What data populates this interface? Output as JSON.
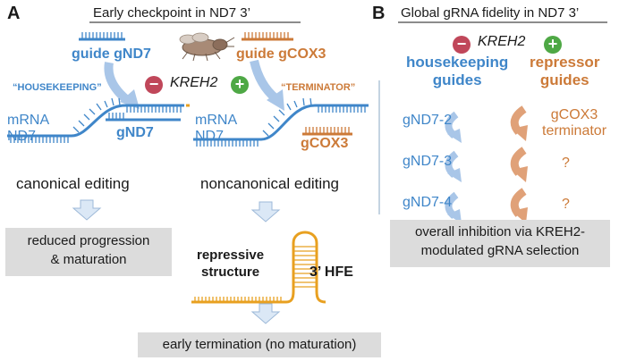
{
  "panel_a": {
    "letter": "A",
    "title": "Early checkpoint in ND7 3’",
    "guide_gnd7": "guide gND7",
    "guide_gcox3": "guide gCOX3",
    "housekeeping_label": "“HOUSEKEEPING”",
    "terminator_label": "“TERMINATOR”",
    "kreh2": "KREH2",
    "left_mrna_line1": "mRNA",
    "left_mrna_line2": "ND7",
    "left_gnd7": "gND7",
    "right_mrna_line1": "mRNA",
    "right_mrna_line2": "ND7",
    "right_gcox3": "gCOX3",
    "canonical_editing": "canonical editing",
    "noncanonical_editing": "noncanonical editing",
    "box_reduced_line1": "reduced progression",
    "box_reduced_line2": "& maturation",
    "repressive_line1": "repressive",
    "repressive_line2": "structure",
    "hfe": "3’ HFE",
    "box_early": "early termination (no maturation)"
  },
  "panel_b": {
    "letter": "B",
    "title": "Global gRNA fidelity in ND7 3’",
    "kreh2": "KREH2",
    "housekeeping_line1": "housekeeping",
    "housekeeping_line2": "guides",
    "repressor_line1": "repressor",
    "repressor_line2": "guides",
    "rows": [
      {
        "left": "gND7-2",
        "right_line1": "gCOX3",
        "right_line2": "terminator"
      },
      {
        "left": "gND7-3",
        "right_line1": "?",
        "right_line2": ""
      },
      {
        "left": "gND7-4",
        "right_line1": "?",
        "right_line2": ""
      }
    ],
    "box_line1": "overall inhibition via KREH2-",
    "box_line2": "modulated gRNA selection"
  },
  "signs": {
    "minus": "−",
    "plus": "+"
  },
  "colors": {
    "blue": "#3f86c9",
    "orange": "#cc7a38",
    "minus": "#c0475a",
    "plus": "#4ea845",
    "box": "#dcdcdc"
  }
}
